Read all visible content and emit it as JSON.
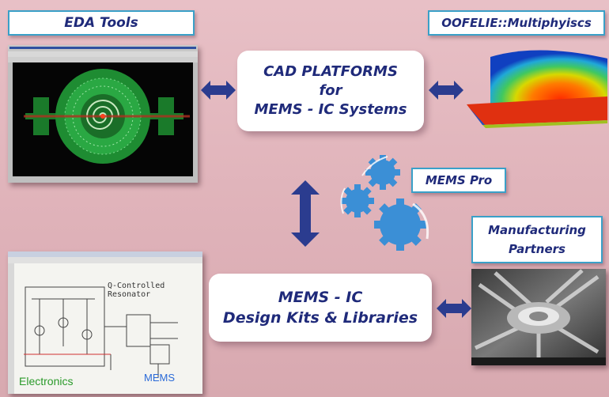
{
  "labels": {
    "eda_tools": "EDA Tools",
    "oofelie": "OOFELIE::Multiphyiscs",
    "mems_pro": "MEMS Pro",
    "manufacturing_line1": "Manufacturing",
    "manufacturing_line2": "Partners"
  },
  "cad_box": {
    "line1": "CAD PLATFORMS",
    "line2": "for",
    "line3": "MEMS - IC Systems"
  },
  "kits_box": {
    "line1": "MEMS - IC",
    "line2": "Design Kits & Libraries"
  },
  "schematic": {
    "title": "Q-Controlled Resonator",
    "electronics_label": "Electronics",
    "mems_label": "MEMS"
  },
  "sem_caption": {
    "left": "",
    "right": ""
  },
  "colors": {
    "arrow": "#2b3c8f",
    "gear": "#3b8fd6",
    "text": "#1f2a7a",
    "label_border": "#3aa0c8"
  }
}
